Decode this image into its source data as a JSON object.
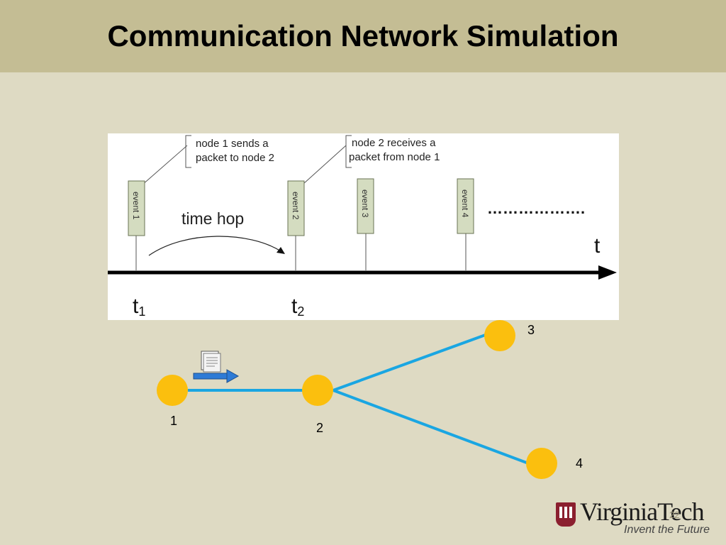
{
  "slide": {
    "title": "Communication Network Simulation",
    "number": "22"
  },
  "timeline": {
    "axis_label": "t",
    "ticks": [
      {
        "base": "t",
        "sub": "1"
      },
      {
        "base": "t",
        "sub": "2"
      }
    ],
    "events": [
      "event 1",
      "event 2",
      "event 3",
      "event 4"
    ],
    "callouts": [
      {
        "line1": "node 1 sends a",
        "line2": "packet to node 2"
      },
      {
        "line1": "node 2 receives a",
        "line2": "packet from node 1"
      }
    ],
    "hop_label": "time hop",
    "ellipsis": "……………….",
    "colors": {
      "event_box": "#d4dcc0",
      "event_border": "#6a7355",
      "axis": "#000000"
    }
  },
  "network": {
    "nodes": [
      "1",
      "2",
      "3",
      "4"
    ],
    "colors": {
      "node": "#fbbf0e",
      "link": "#1aa6e2",
      "arrow": "#2e7bd6"
    },
    "icons": [
      "document-icon",
      "arrow-right-icon"
    ]
  },
  "logo": {
    "name": "VirginiaTech",
    "tagline": "Invent the Future"
  }
}
